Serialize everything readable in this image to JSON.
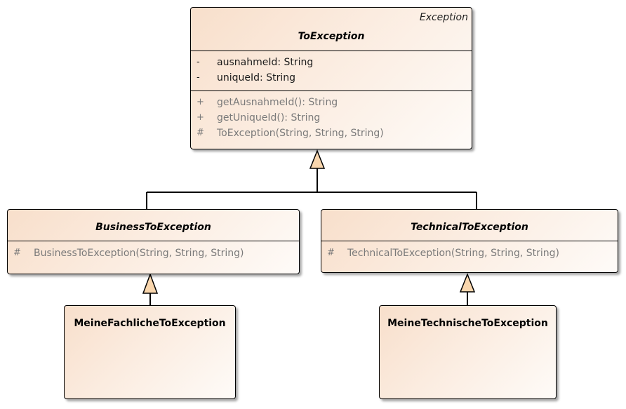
{
  "classes": {
    "to_exception": {
      "stereotype": "Exception",
      "name": "ToException",
      "attributes": [
        {
          "visibility": "-",
          "text": "ausnahmeId: String"
        },
        {
          "visibility": "-",
          "text": "uniqueId: String"
        }
      ],
      "operations": [
        {
          "visibility": "+",
          "text": "getAusnahmeId(): String"
        },
        {
          "visibility": "+",
          "text": "getUniqueId(): String"
        },
        {
          "visibility": "#",
          "text": "ToException(String, String, String)"
        }
      ]
    },
    "business": {
      "name": "BusinessToException",
      "operations": [
        {
          "visibility": "#",
          "text": "BusinessToException(String, String, String)"
        }
      ]
    },
    "technical": {
      "name": "TechnicalToException",
      "operations": [
        {
          "visibility": "#",
          "text": "TechnicalToException(String, String, String)"
        }
      ]
    },
    "meine_fachliche": {
      "name": "MeineFachlicheToException"
    },
    "meine_technische": {
      "name": "MeineTechnischeToException"
    }
  },
  "colors": {
    "class_fill_start": "#f8dfcb",
    "class_fill_end": "#fefbf8",
    "triangle_fill": "#f9d6ad",
    "line": "#000000"
  }
}
